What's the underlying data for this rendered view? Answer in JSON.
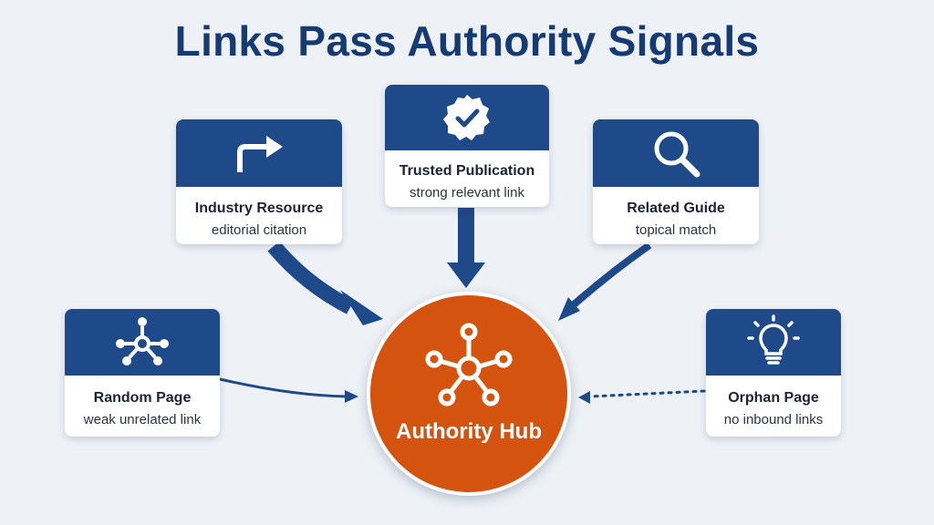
{
  "title": "Links Pass Authority Signals",
  "hub": {
    "label": "Authority Hub",
    "icon": "network-hub-icon"
  },
  "nodes": [
    {
      "id": "industry",
      "title": "Industry Resource",
      "subtitle": "editorial citation",
      "icon": "arrow-turn-right-icon"
    },
    {
      "id": "trusted",
      "title": "Trusted Publication",
      "subtitle": "strong relevant link",
      "icon": "verified-badge-icon"
    },
    {
      "id": "related",
      "title": "Related Guide",
      "subtitle": "topical match",
      "icon": "magnifier-icon"
    },
    {
      "id": "random",
      "title": "Random Page",
      "subtitle": "weak unrelated link",
      "icon": "network-hub-icon"
    },
    {
      "id": "orphan",
      "title": "Orphan Page",
      "subtitle": "no inbound links",
      "icon": "lightbulb-icon"
    }
  ],
  "edges": [
    {
      "from": "industry",
      "to": "hub",
      "strength": "strong",
      "style": "solid"
    },
    {
      "from": "trusted",
      "to": "hub",
      "strength": "strong",
      "style": "solid"
    },
    {
      "from": "related",
      "to": "hub",
      "strength": "medium",
      "style": "solid"
    },
    {
      "from": "random",
      "to": "hub",
      "strength": "weak",
      "style": "solid"
    },
    {
      "from": "orphan",
      "to": "hub",
      "strength": "none",
      "style": "dotted"
    }
  ],
  "colors": {
    "navy": "#1e4a8a",
    "title": "#163a72",
    "hub": "#d4530f",
    "background": "#eef2f7"
  }
}
